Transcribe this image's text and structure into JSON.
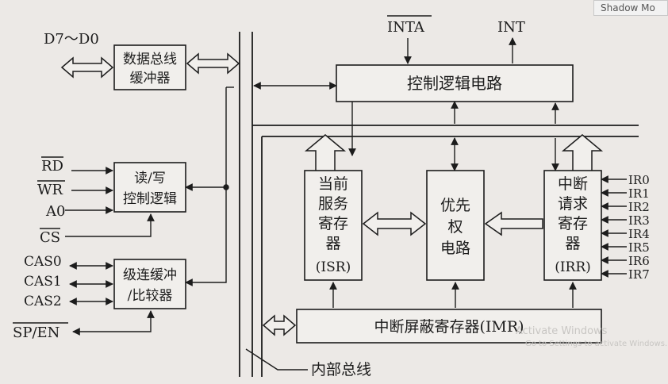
{
  "watermark_button": "Shadow Mo",
  "blocks": {
    "data_bus_buffer": {
      "line1": "数据总线",
      "line2": "缓冲器"
    },
    "rw_logic": {
      "line1": "读/写",
      "line2": "控制逻辑"
    },
    "cascade": {
      "line1": "级连缓冲",
      "line2": "/比较器"
    },
    "control_logic": {
      "label": "控制逻辑电路"
    },
    "isr": {
      "lines": [
        "当前",
        "服务",
        "寄存",
        "器"
      ],
      "abbr": "(ISR)"
    },
    "priority": {
      "lines": [
        "优先",
        "权",
        "电路"
      ]
    },
    "irr": {
      "lines": [
        "中断",
        "请求",
        "寄存",
        "器"
      ],
      "abbr": "(IRR)"
    },
    "imr": {
      "label": "中断屏蔽寄存器(IMR)"
    }
  },
  "signals": {
    "data_bus": "D7～D0",
    "rd": "RD",
    "wr": "WR",
    "a0": "A0",
    "cs": "CS",
    "cas0": "CAS0",
    "cas1": "CAS1",
    "cas2": "CAS2",
    "sp_en": "SP/EN",
    "inta": "INTA",
    "int": "INT",
    "ir": [
      "IR0",
      "IR1",
      "IR2",
      "IR3",
      "IR4",
      "IR5",
      "IR6",
      "IR7"
    ]
  },
  "internal_bus_label": "内部总线",
  "os_activate": {
    "line1": "Activate Windows",
    "line2": "Go to Settings to activate Windows."
  }
}
